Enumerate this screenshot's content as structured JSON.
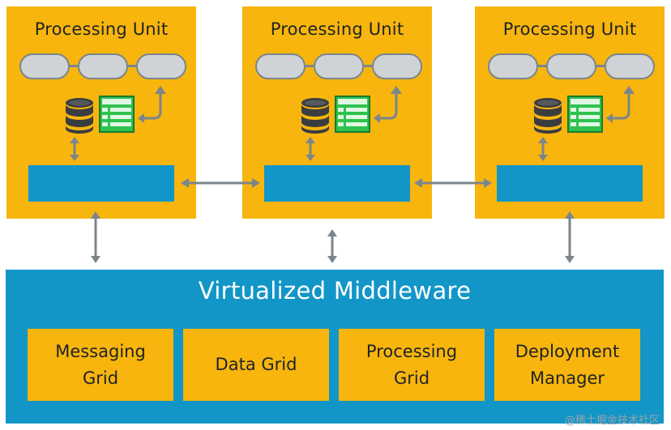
{
  "units": [
    {
      "title": "Processing Unit"
    },
    {
      "title": "Processing Unit"
    },
    {
      "title": "Processing Unit"
    }
  ],
  "middleware": {
    "title": "Virtualized Middleware",
    "components": [
      {
        "label": "Messaging\nGrid"
      },
      {
        "label": "Data Grid"
      },
      {
        "label": "Processing\nGrid"
      },
      {
        "label": "Deployment\nManager"
      }
    ]
  },
  "watermark": "@稀土掘金技术社区",
  "colors": {
    "unit_fill": "#f7b50d",
    "bus_fill": "#1296c8",
    "middleware_fill": "#1296c8",
    "arrow": "#7b858c",
    "pill_fill": "#d0d3d6",
    "sheet_fill": "#2fc24e"
  },
  "icons": [
    "database-icon",
    "spreadsheet-icon",
    "curved-arrow-icon",
    "bidirectional-arrow-icon"
  ]
}
